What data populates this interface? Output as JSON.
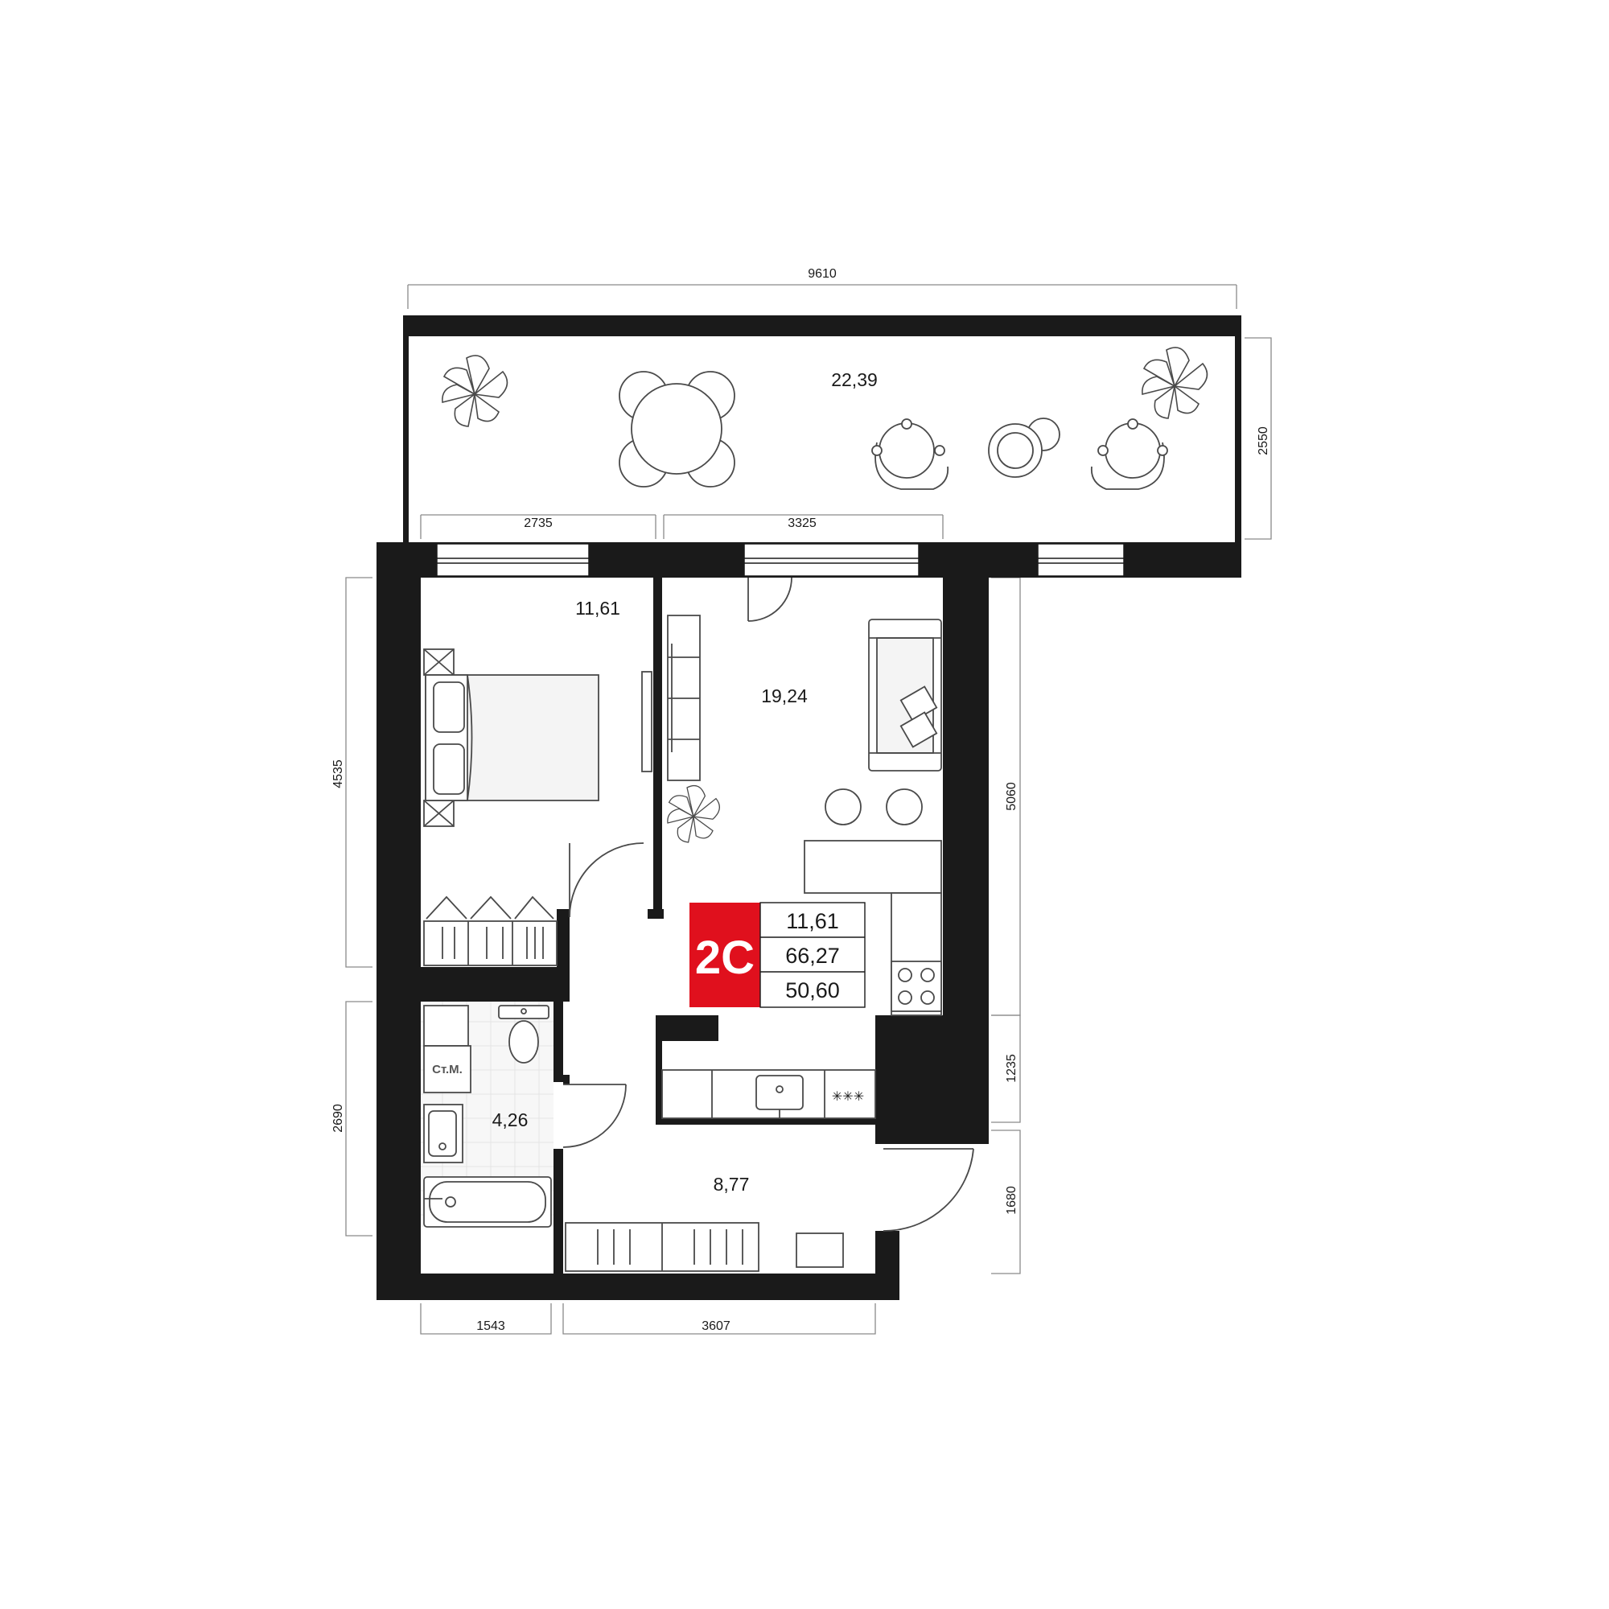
{
  "plan": {
    "code": "2C",
    "accent_color": "#e0101d",
    "wall_color": "#1a1a1a"
  },
  "summary": {
    "rows": [
      "11,61",
      "66,27",
      "50,60"
    ]
  },
  "rooms": {
    "balcony": "22,39",
    "bedroom": "11,61",
    "living": "19,24",
    "bathroom": "4,26",
    "hall": "8,77"
  },
  "labels": {
    "washer": "Ст.М."
  },
  "dimensions": {
    "top_total": "9610",
    "top_left": "2735",
    "top_mid": "3325",
    "right_balcony": "2550",
    "left_upper": "4535",
    "left_lower": "2690",
    "right_upper": "5060",
    "right_mid": "1235",
    "right_lower": "1680",
    "bottom_left": "1543",
    "bottom_right": "3607"
  },
  "icons": [
    "plant-icon",
    "round-table-icon",
    "chair-icon",
    "sofa-icon",
    "bed-icon",
    "wardrobe-icon",
    "toilet-icon",
    "sink-icon",
    "bathtub-icon",
    "stove-icon",
    "door-swing-icon"
  ]
}
